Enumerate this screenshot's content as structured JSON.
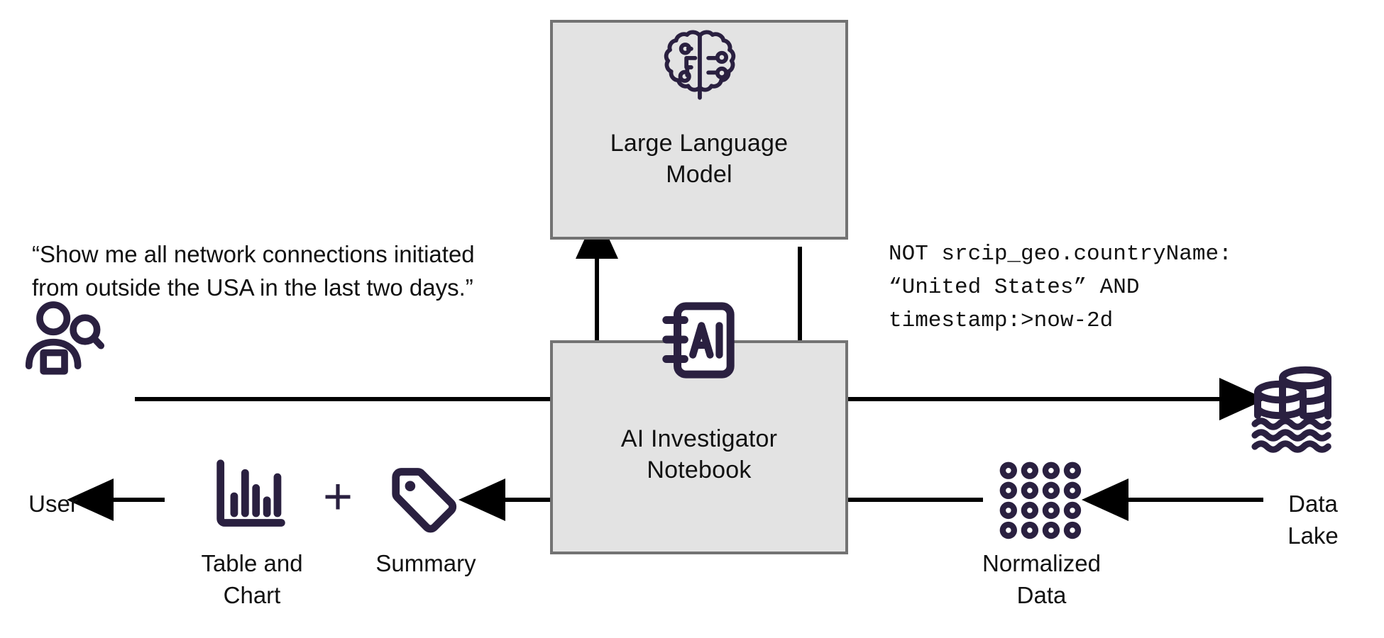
{
  "diagram": {
    "title": "AI Investigator Notebook flow",
    "colors": {
      "accent_navy": "#2a2040",
      "box_fill": "#e3e3e3",
      "box_border": "#737373",
      "arrow": "#000000",
      "background": "#ffffff"
    }
  },
  "nodes": {
    "user": {
      "label": "User",
      "icon": "user-search-icon"
    },
    "llm": {
      "label_line1": "Large Language",
      "label_line2": "Model",
      "icon": "brain-circuit-icon"
    },
    "notebook": {
      "label_line1": "AI Investigator",
      "label_line2": "Notebook",
      "icon": "ai-notebook-icon"
    },
    "datalake": {
      "label_line1": "Data",
      "label_line2": "Lake",
      "icon": "data-lake-icon"
    },
    "normalized": {
      "label_line1": "Normalized",
      "label_line2": "Data",
      "icon": "dot-grid-icon",
      "grid_rows": 4,
      "grid_cols": 4
    },
    "table_chart": {
      "label_line1": "Table and",
      "label_line2": "Chart",
      "icon": "bar-chart-icon"
    },
    "summary": {
      "label": "Summary",
      "icon": "tag-icon"
    },
    "plus": {
      "label": "+",
      "icon": "plus-icon"
    }
  },
  "annotations": {
    "user_utterance": "“Show me all network connections initiated from outside the USA in the last two days.”",
    "generated_query_line1": "NOT srcip_geo.countryName:",
    "generated_query_line2": "“United States” AND",
    "generated_query_line3": "timestamp:>now-2d"
  },
  "edges": [
    {
      "name": "user-to-datalake",
      "from": "user",
      "to": "datalake",
      "direction": "right"
    },
    {
      "name": "notebook-to-llm",
      "from": "notebook",
      "to": "llm",
      "direction": "up"
    },
    {
      "name": "llm-to-query",
      "from": "llm",
      "to": "query-branch",
      "direction": "down"
    },
    {
      "name": "datalake-to-normalized",
      "from": "datalake",
      "to": "normalized",
      "direction": "left"
    },
    {
      "name": "normalized-to-notebook",
      "from": "normalized",
      "to": "notebook",
      "direction": "left"
    },
    {
      "name": "notebook-to-user",
      "from": "notebook",
      "to": "user",
      "direction": "left"
    }
  ]
}
